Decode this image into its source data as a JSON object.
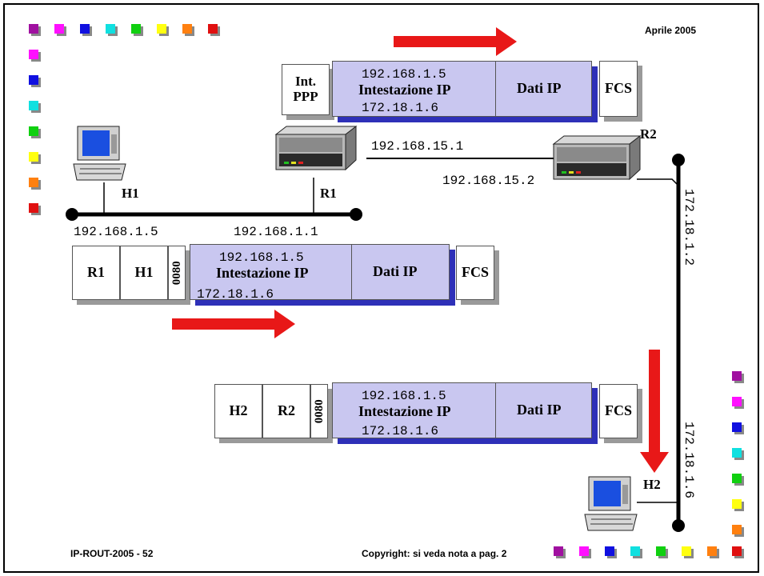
{
  "header": {
    "date": "Aprile 2005"
  },
  "footer": {
    "slide_id": "IP-ROUT-2005 - 52",
    "copyright": "Copyright: si veda nota a pag. 2"
  },
  "colors": {
    "squares": [
      "#a010a0",
      "#ff10ff",
      "#1010e0",
      "#10e0e0",
      "#10d010",
      "#ffff10",
      "#ff8010",
      "#e01010"
    ],
    "arrow": "#e81818",
    "ip_header_fill": "#c9c7f0",
    "ip_header_shadow": "#2e30b8"
  },
  "nodes": {
    "h1": "H1",
    "r1": "R1",
    "r2": "R2",
    "h2": "H2"
  },
  "addresses": {
    "h1_lan": "192.168.1.5",
    "r1_lan": "192.168.1.1",
    "r1_wan": "192.168.15.1",
    "r2_wan": "192.168.15.2",
    "r2_lan": "172.18.1.2",
    "h2_lan": "172.18.1.6"
  },
  "frames": {
    "ppp": {
      "header_label": "Int.\nPPP",
      "ip_src": "192.168.1.5",
      "ip_header": "Intestazione IP",
      "ip_dst": "172.18.1.6",
      "data": "Dati IP",
      "fcs": "FCS"
    },
    "ethernet1": {
      "dst": "R1",
      "src": "H1",
      "ethertype": "0080",
      "ip_src": "192.168.1.5",
      "ip_header": "Intestazione IP",
      "ip_dst": "172.18.1.6",
      "data": "Dati IP",
      "fcs": "FCS"
    },
    "ethernet2": {
      "dst": "H2",
      "src": "R2",
      "ethertype": "0080",
      "ip_src": "192.168.1.5",
      "ip_header": "Intestazione IP",
      "ip_dst": "172.18.1.6",
      "data": "Dati IP",
      "fcs": "FCS"
    }
  }
}
